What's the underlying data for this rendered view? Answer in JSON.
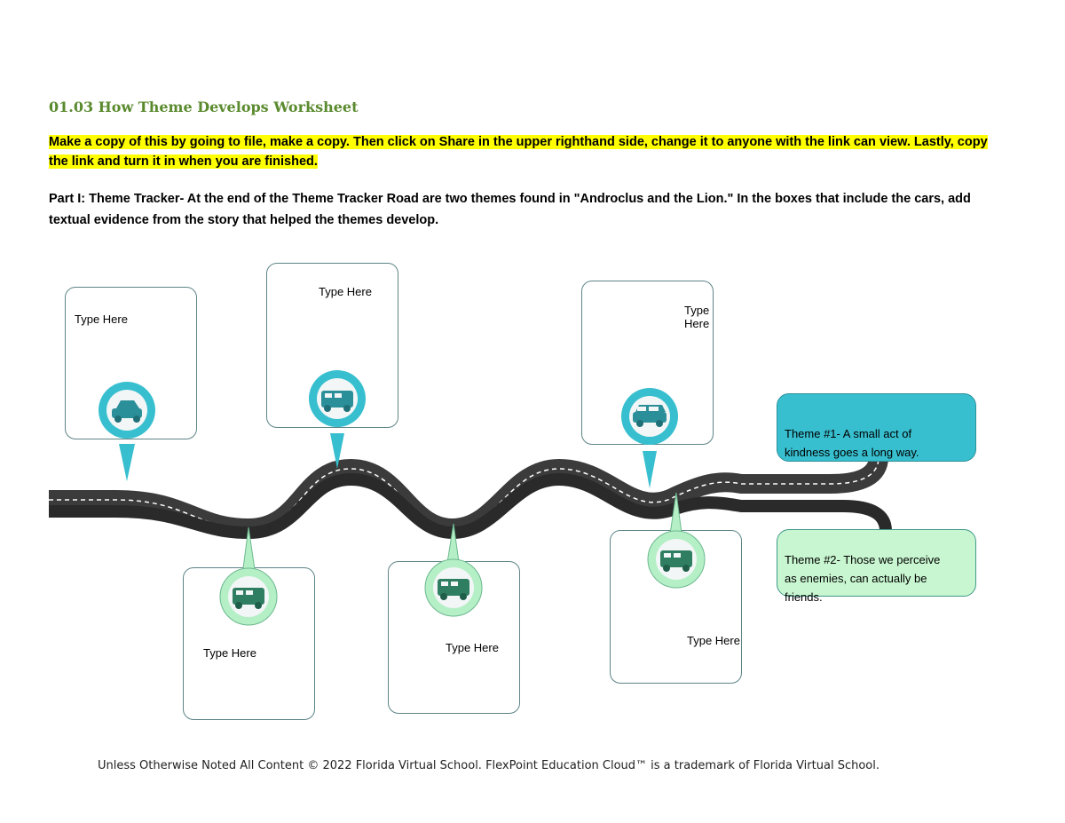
{
  "title": "01.03 How Theme Develops Worksheet",
  "instructions": "Make a copy of this by going to file, make a copy.  Then click on Share in the upper righthand side, change it to anyone with the link can view.  Lastly, copy the link and turn it in when you are finished.",
  "part1": "Part I: Theme Tracker- At the end of the Theme Tracker Road are two themes found in \"Androclus and the Lion.\" In the boxes that include the cars, add textual evidence from the story that helped the themes develop.",
  "boxes": [
    {
      "label": "Type Here"
    },
    {
      "label": "Type Here"
    },
    {
      "label": "Type Here"
    },
    {
      "label": "Type Here"
    },
    {
      "label": "Type Here"
    },
    {
      "label": "Type Here"
    }
  ],
  "themes": [
    {
      "text": "Theme #1- A small act of kindness goes a long way."
    },
    {
      "text": "Theme #2- Those we perceive as enemies, can actually be friends."
    }
  ],
  "footer": "Unless Otherwise Noted All Content © 2022 Florida Virtual School. FlexPoint Education Cloud™ is a trademark of Florida Virtual School.",
  "colors": {
    "teal_pin": "#38bfcf",
    "mint_pin": "#b5efc6",
    "road": "#3b3b3b",
    "title_green": "#5a8a2e"
  },
  "icons": [
    "car-icon",
    "van-icon",
    "suv-icon"
  ]
}
